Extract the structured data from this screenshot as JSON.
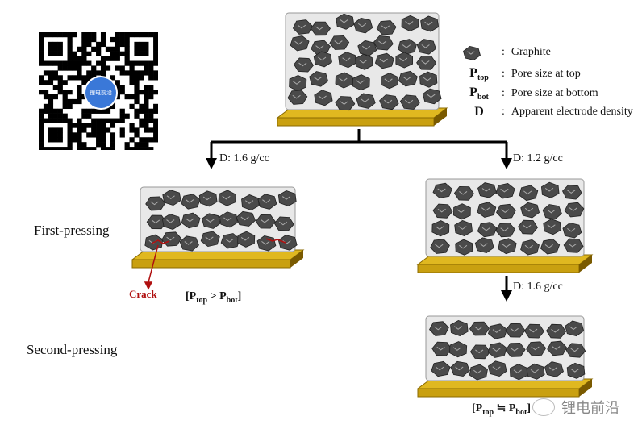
{
  "qr_code": {
    "center_text": "锂电前沿"
  },
  "legend": [
    {
      "key": "",
      "icon": "graphite-particle-icon",
      "text": "Graphite"
    },
    {
      "key": "P",
      "key_sub": "top",
      "text": "Pore size at top"
    },
    {
      "key": "P",
      "key_sub": "bot",
      "text": "Pore size at bottom"
    },
    {
      "key": "D",
      "key_sub": "",
      "text": "Apparent electrode density"
    }
  ],
  "branches": {
    "left": "D: 1.6 g/cc",
    "right": "D: 1.2 g/cc",
    "right_second": "D: 1.6 g/cc"
  },
  "stages": {
    "first": "First-pressing",
    "second": "Second-pressing"
  },
  "annotations": {
    "crack": "Crack",
    "left_result": {
      "open": "[P",
      "sub1": "top",
      "op": " > P",
      "sub2": "bot",
      "close": "]"
    },
    "right_result": {
      "open": "[P",
      "sub1": "top",
      "op": " ≒ P",
      "sub2": "bot",
      "close": "]"
    }
  },
  "colors": {
    "substrate": "#c9a010",
    "crack": "#b01010",
    "particle": "#555555"
  },
  "watermark": {
    "text": "锂电前沿"
  }
}
